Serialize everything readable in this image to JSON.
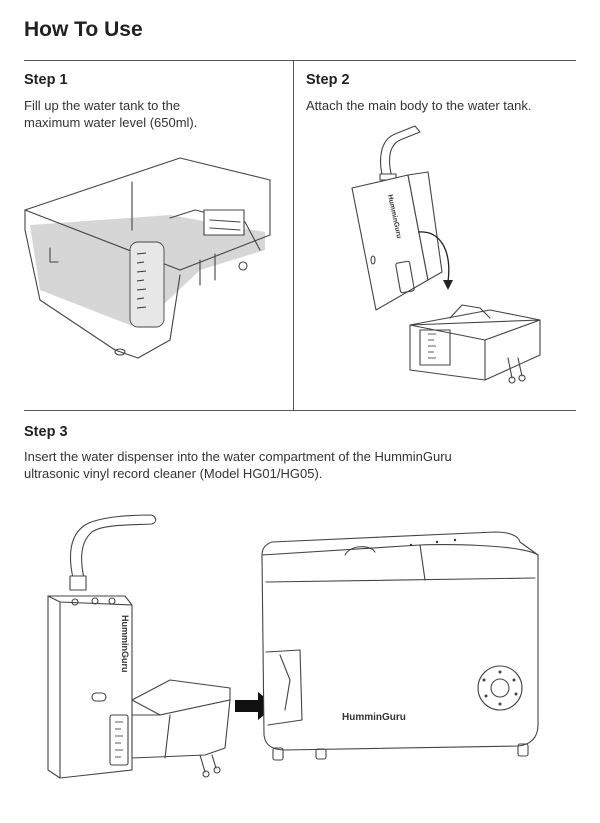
{
  "page": {
    "title": "How To Use"
  },
  "steps": [
    {
      "heading": "Step 1",
      "text": "Fill up the water tank to the maximum water level (650ml)."
    },
    {
      "heading": "Step 2",
      "text": "Attach the main body to the water tank."
    },
    {
      "heading": "Step 3",
      "text": "Insert the water dispenser into the water compartment of the HumminGuru ultrasonic vinyl record cleaner (Model HG01/HG05)."
    }
  ],
  "brand": {
    "logo_text": "HumminGuru"
  },
  "colors": {
    "water": "#d7d7d7",
    "line": "#444444",
    "divider": "#555555",
    "arrow": "#111111"
  }
}
